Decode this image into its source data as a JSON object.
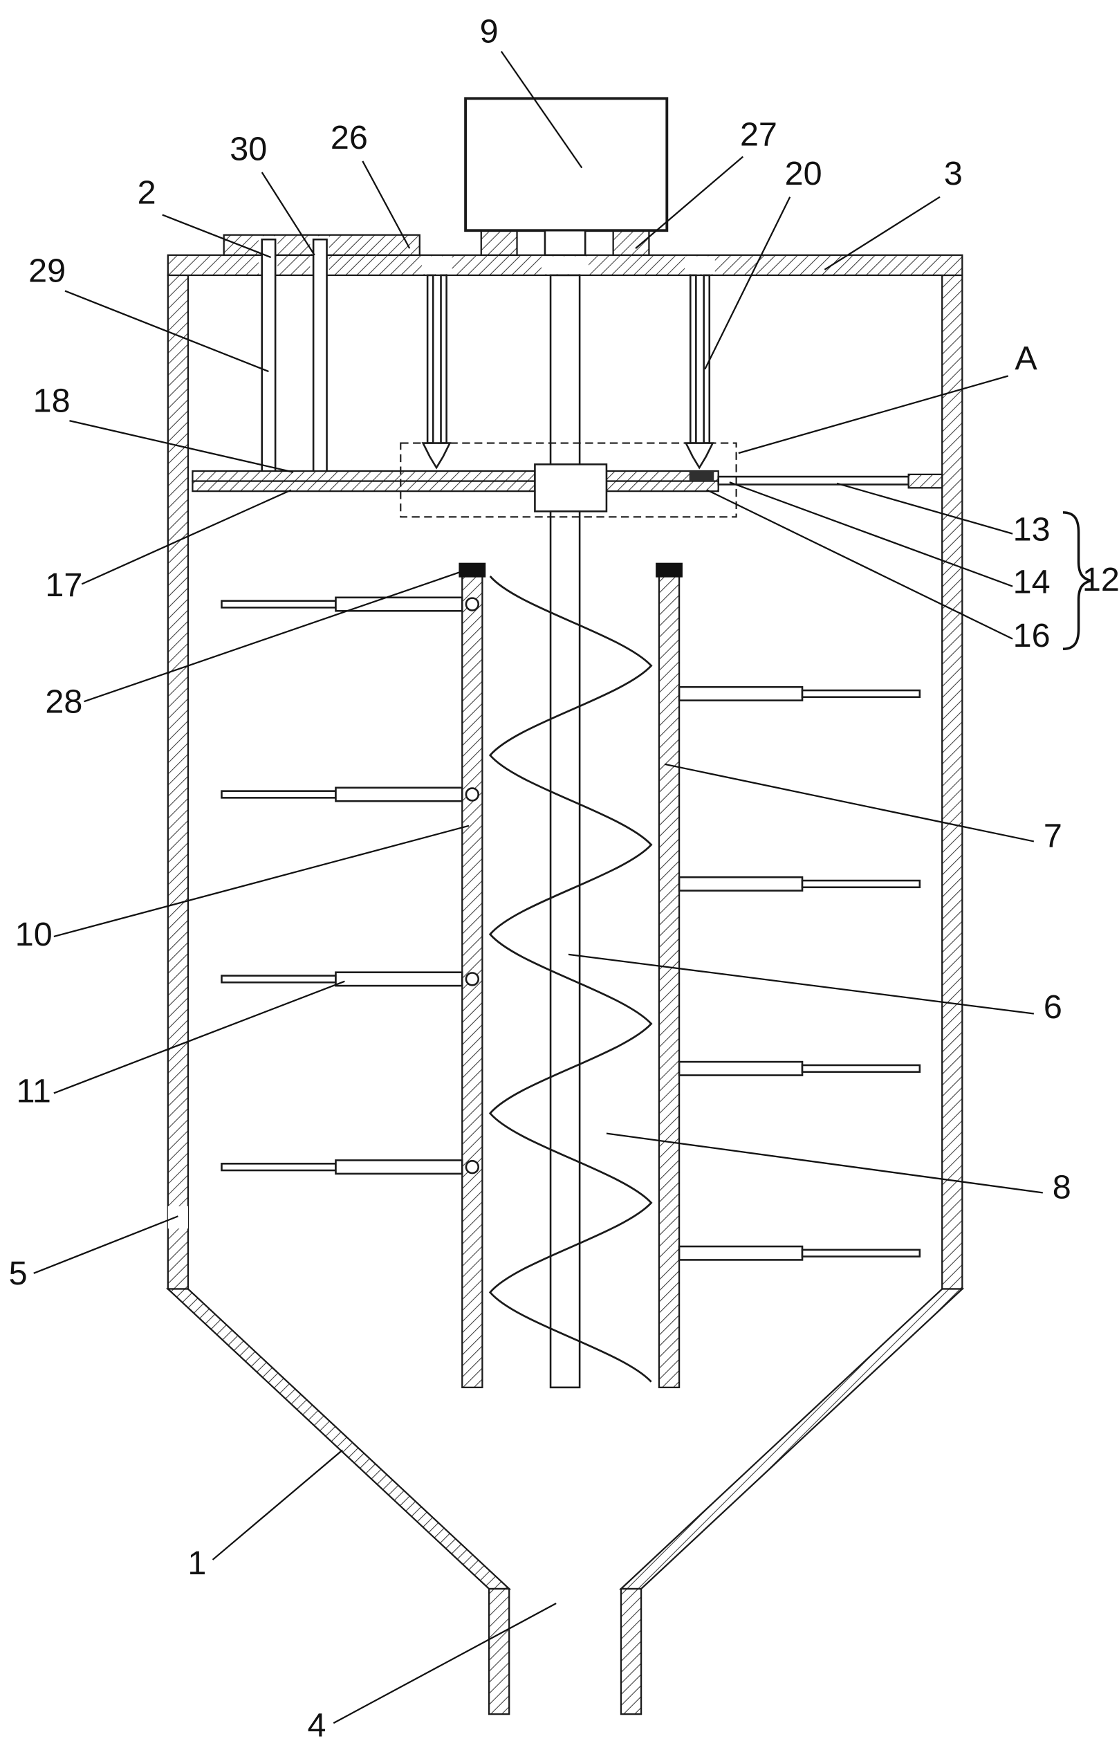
{
  "figure": {
    "background": "#ffffff",
    "line_color": "#1a1a1a"
  },
  "labels": {
    "l1": "1",
    "l2": "2",
    "l3": "3",
    "l4": "4",
    "l5": "5",
    "l6": "6",
    "l7": "7",
    "l8": "8",
    "l9": "9",
    "l10": "10",
    "l11": "11",
    "l12": "12",
    "l13": "13",
    "l14": "14",
    "l16": "16",
    "l17": "17",
    "l18": "18",
    "l20": "20",
    "l26": "26",
    "l27": "27",
    "l28": "28",
    "l29": "29",
    "l30": "30",
    "lA": "A"
  }
}
